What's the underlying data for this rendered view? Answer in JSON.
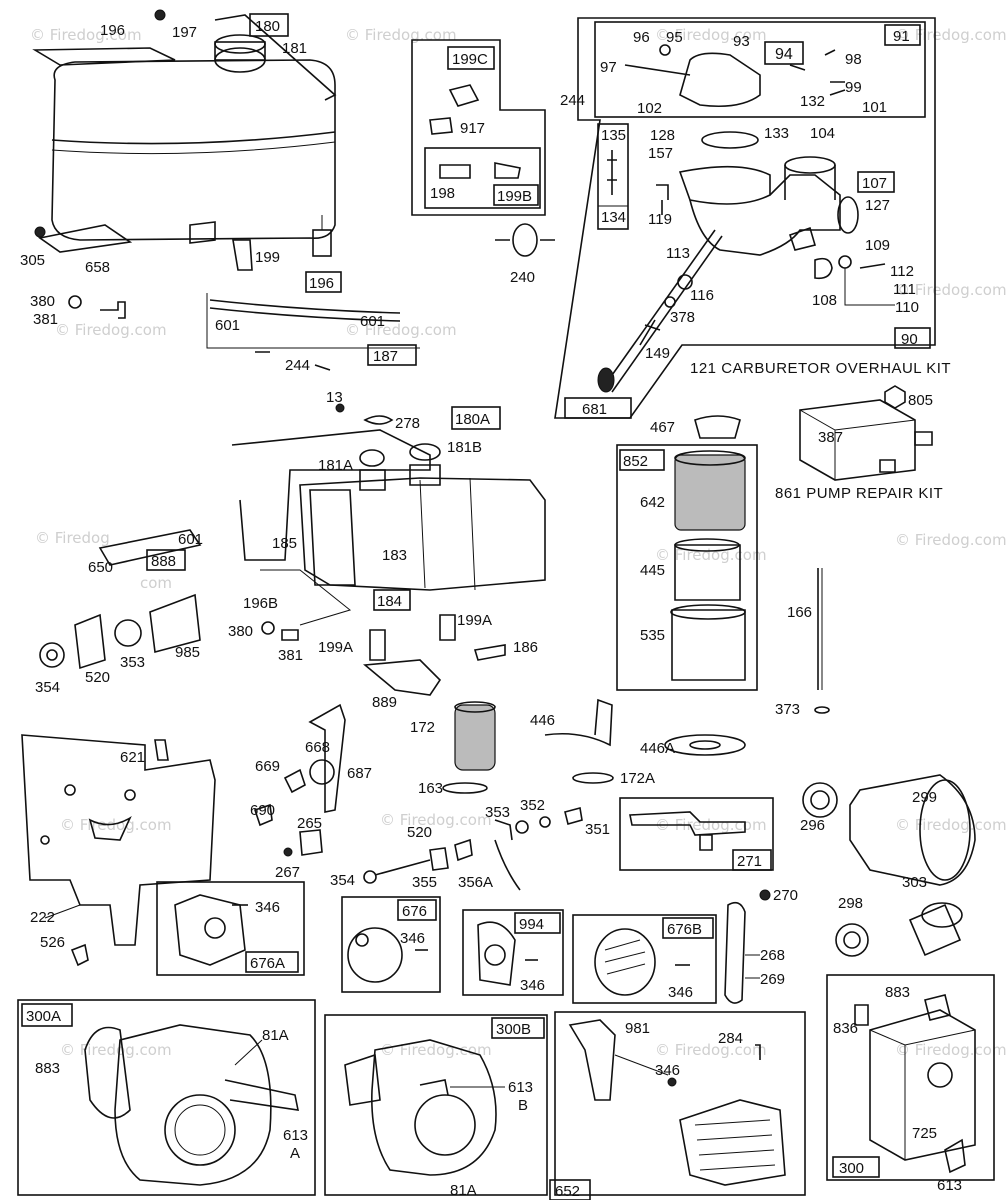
{
  "watermark": {
    "text": "© Firedog.com",
    "short": "© Firedog",
    "tail": "com"
  },
  "kits": {
    "carburetor_overhaul": "121 CARBURETOR OVERHAUL KIT",
    "pump_repair": "861 PUMP REPAIR KIT"
  },
  "boxed_labels": {
    "b180": "180",
    "b199c": "199C",
    "b199b": "199B",
    "b91": "91",
    "b94": "94",
    "b135": "135",
    "b134": "134",
    "b107": "107",
    "b196": "196",
    "b187": "187",
    "b90": "90",
    "b681": "681",
    "b180a": "180A",
    "b852": "852",
    "b888": "888",
    "b271": "271",
    "b676": "676",
    "b994": "994",
    "b676b": "676B",
    "b676a": "676A",
    "b300a": "300A",
    "b300b": "300B",
    "b300": "300",
    "bbottom": "652"
  },
  "labels": {
    "l196": "196",
    "l197": "197",
    "l181": "181",
    "l305": "305",
    "l658": "658",
    "l199": "199",
    "l380": "380",
    "l381": "381",
    "l601a": "601",
    "l601b": "601",
    "l244": "244",
    "l917": "917",
    "l198": "198",
    "l240": "240",
    "l96": "96",
    "l95": "95",
    "l93": "93",
    "l98": "98",
    "l99": "99",
    "l97": "97",
    "l244b": "244",
    "l102": "102",
    "l132": "132",
    "l101": "101",
    "l128": "128",
    "l133": "133",
    "l104": "104",
    "l157": "157",
    "l127": "127",
    "l119": "119",
    "l113": "113",
    "l116": "116",
    "l378": "378",
    "l149": "149",
    "l109": "109",
    "l112": "112",
    "l111": "111",
    "l110": "110",
    "l108": "108",
    "l13": "13",
    "l278": "278",
    "l181b": "181B",
    "l181a": "181A",
    "l185": "185",
    "l183": "183",
    "l184": "184",
    "l196b": "196B",
    "l380b": "380",
    "l381b": "381",
    "l199a1": "199A",
    "l199a2": "199A",
    "l186": "186",
    "l889": "889",
    "l467": "467",
    "l805": "805",
    "l387": "387",
    "l642": "642",
    "l445": "445",
    "l535": "535",
    "l166": "166",
    "l373": "373",
    "l601c": "601",
    "l650": "650",
    "l354": "354",
    "l520": "520",
    "l353": "353",
    "l985": "985",
    "l621": "621",
    "l668": "668",
    "l669": "669",
    "l687": "687",
    "l690": "690",
    "l172": "172",
    "l446": "446",
    "l446a": "446A",
    "l163": "163",
    "l172a": "172A",
    "l265": "265",
    "l267": "267",
    "l353b": "353",
    "l352": "352",
    "l351": "351",
    "l520b": "520",
    "l354b": "354",
    "l355": "355",
    "l356a": "356A",
    "l296": "296",
    "l299": "299",
    "l270": "270",
    "l298": "298",
    "l303": "303",
    "l222": "222",
    "l526": "526",
    "l346a": "346",
    "l346b": "346",
    "l346c": "346",
    "l346d": "346",
    "l268": "268",
    "l269": "269",
    "l883a": "883",
    "l81a": "81A",
    "l613a": "613",
    "l613a2": "A",
    "l613b": "613",
    "l613b2": "B",
    "l81a2": "81A",
    "l981": "981",
    "l284": "284",
    "l346e": "346",
    "l883b": "883",
    "l836": "836",
    "l725": "725",
    "l613c": "613"
  }
}
